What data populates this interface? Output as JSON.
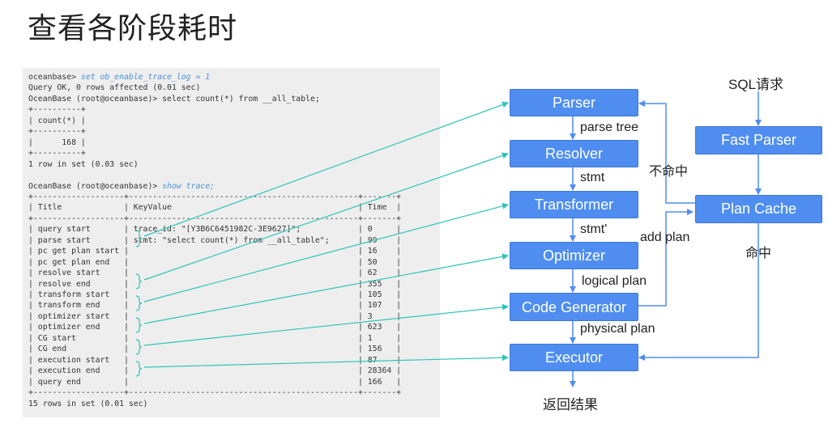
{
  "title": "查看各阶段耗时",
  "terminal": {
    "lines": [
      {
        "prompt": "oceanbase> ",
        "cmd": "set ob_enable_trace_log = 1"
      },
      {
        "text": "Query OK, 0 rows affected (0.01 sec)"
      },
      {
        "text": "OceanBase (root@oceanbase)> select count(*) from __all_table;"
      },
      {
        "text": "+----------+"
      },
      {
        "text": "| count(*) |"
      },
      {
        "text": "+----------+"
      },
      {
        "text": "|      168 |"
      },
      {
        "text": "+----------+"
      },
      {
        "text": "1 row in set (0.03 sec)"
      },
      {
        "text": ""
      },
      {
        "prompt": "OceanBase (root@oceanbase)> ",
        "cmd": "show trace;"
      },
      {
        "text": "+-------------------+------------------------------------------------+-------+"
      },
      {
        "text": "| Title             | KeyValue                                       | Time  |"
      },
      {
        "text": "+-------------------+------------------------------------------------+-------+"
      },
      {
        "text": "| query start       | trace_id: \"[Y3B6C6451982C-3E9627]\";            | 0     |"
      },
      {
        "text": "| parse start       | stmt: \"select count(*) from __all_table\";      | 99    |"
      },
      {
        "text": "| pc get plan start |                                                | 16    |"
      },
      {
        "text": "| pc get plan end   |                                                | 50    |"
      },
      {
        "text": "| resolve start     |                                                | 62    |"
      },
      {
        "text": "| resolve end       |                                                | 355   |"
      },
      {
        "text": "| transform start   |                                                | 105   |"
      },
      {
        "text": "| transform end     |                                                | 107   |"
      },
      {
        "text": "| optimizer start   |                                                | 3     |"
      },
      {
        "text": "| optimizer end     |                                                | 623   |"
      },
      {
        "text": "| CG start          |                                                | 1     |"
      },
      {
        "text": "| CG end            |                                                | 156   |"
      },
      {
        "text": "| execution start   |                                                | 87    |"
      },
      {
        "text": "| execution end     |                                                | 28364 |"
      },
      {
        "text": "| query end         |                                                | 166   |"
      },
      {
        "text": "+-------------------+------------------------------------------------+-------+"
      },
      {
        "text": "15 rows in set (0.01 sec)"
      }
    ]
  },
  "pipeline": {
    "parser": "Parser",
    "resolver": "Resolver",
    "transformer": "Transformer",
    "optimizer": "Optimizer",
    "code_generator": "Code Generator",
    "executor": "Executor",
    "fast_parser": "Fast Parser",
    "plan_cache": "Plan Cache"
  },
  "labels": {
    "sql_request": "SQL请求",
    "parse_tree": "parse tree",
    "stmt": "stmt",
    "stmt_prime": "stmt'",
    "logical_plan": "logical plan",
    "physical_plan": "physical plan",
    "cache_miss": "不命中",
    "cache_hit": "命中",
    "add_plan": "add plan",
    "return_result": "返回结果"
  },
  "colors": {
    "box_fill": "#4f8ef0",
    "arrow": "#4f8ef0",
    "connector": "#2ec4b6",
    "terminal_bg": "#eeeeee",
    "command": "#4a90d9"
  }
}
